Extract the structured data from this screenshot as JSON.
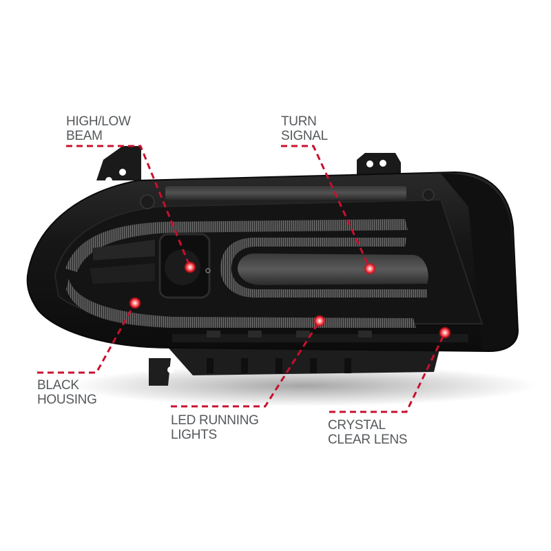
{
  "product": {
    "name": "Headlight assembly",
    "housing_color": "#151515",
    "accent_color": "#c8102e"
  },
  "callouts": [
    {
      "id": "high-low-beam",
      "line1": "HIGH/LOW",
      "line2": "BEAM"
    },
    {
      "id": "turn-signal",
      "line1": "TURN",
      "line2": "SIGNAL"
    },
    {
      "id": "black-housing",
      "line1": "BLACK",
      "line2": "HOUSING"
    },
    {
      "id": "led-running-lights",
      "line1": "LED RUNNING",
      "line2": "LIGHTS"
    },
    {
      "id": "crystal-clear-lens",
      "line1": "CRYSTAL",
      "line2": "CLEAR LENS"
    }
  ]
}
